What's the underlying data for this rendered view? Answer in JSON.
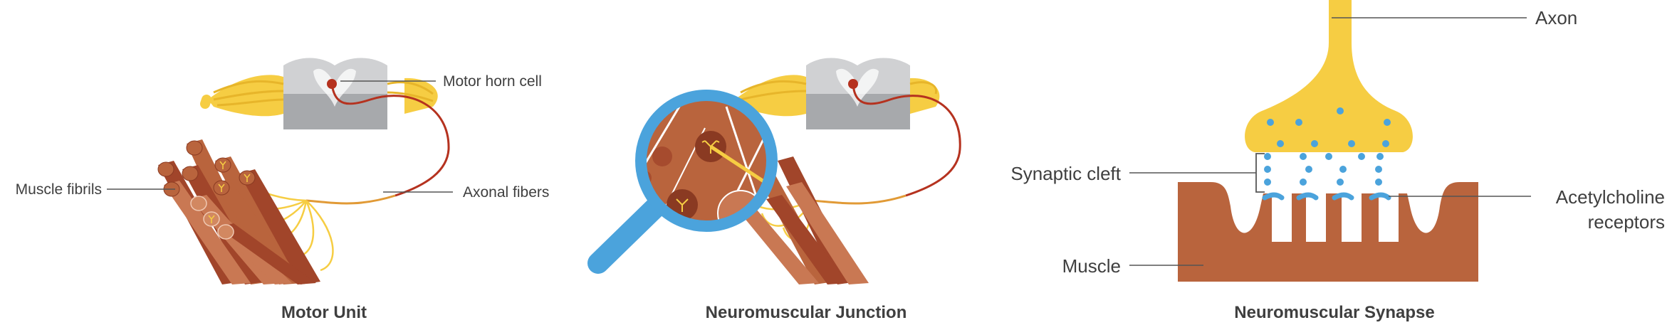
{
  "panels": [
    {
      "caption": "Motor Unit",
      "labels": {
        "motor_horn_cell": "Motor horn cell",
        "muscle_fibrils": "Muscle fibrils",
        "axonal_fibers": "Axonal fibers"
      }
    },
    {
      "caption": "Neuromuscular Junction"
    },
    {
      "caption": "Neuromuscular Synapse",
      "labels": {
        "axon": "Axon",
        "synaptic_cleft": "Synaptic cleft",
        "acetylcholine_line1": "Acetylcholine",
        "acetylcholine_line2": "receptors",
        "muscle": "Muscle"
      }
    }
  ],
  "colors": {
    "nerve_yellow": "#f6cd43",
    "muscle_brown": "#b9643d",
    "fibril_dark": "#a1452a",
    "axon_red": "#b5321f",
    "magnifier_blue": "#4ba3dc",
    "spinal_gray": "#a7a9ac",
    "acetylcholine_blue": "#4ba3dc",
    "text": "#3f3f3f"
  }
}
